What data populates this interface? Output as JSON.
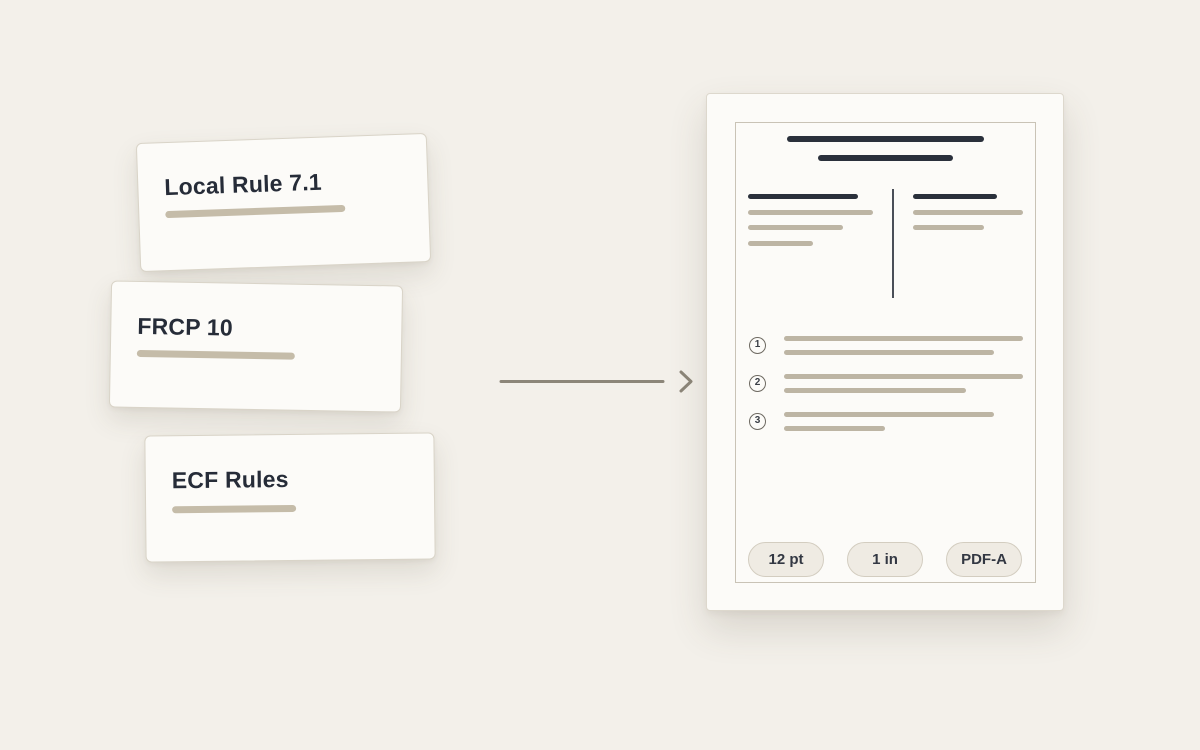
{
  "cards": [
    {
      "title": "Local Rule 7.1"
    },
    {
      "title": "FRCP 10"
    },
    {
      "title": "ECF Rules"
    }
  ],
  "document": {
    "list_numbers": [
      "1",
      "2",
      "3"
    ],
    "chips": [
      "12 pt",
      "1 in",
      "PDF-A"
    ]
  },
  "colors": {
    "background": "#f3f0ea",
    "card": "#fcfbf8",
    "ink": "#262c38",
    "placeholder_line": "#c5bca9",
    "arrow": "#8c8679"
  }
}
